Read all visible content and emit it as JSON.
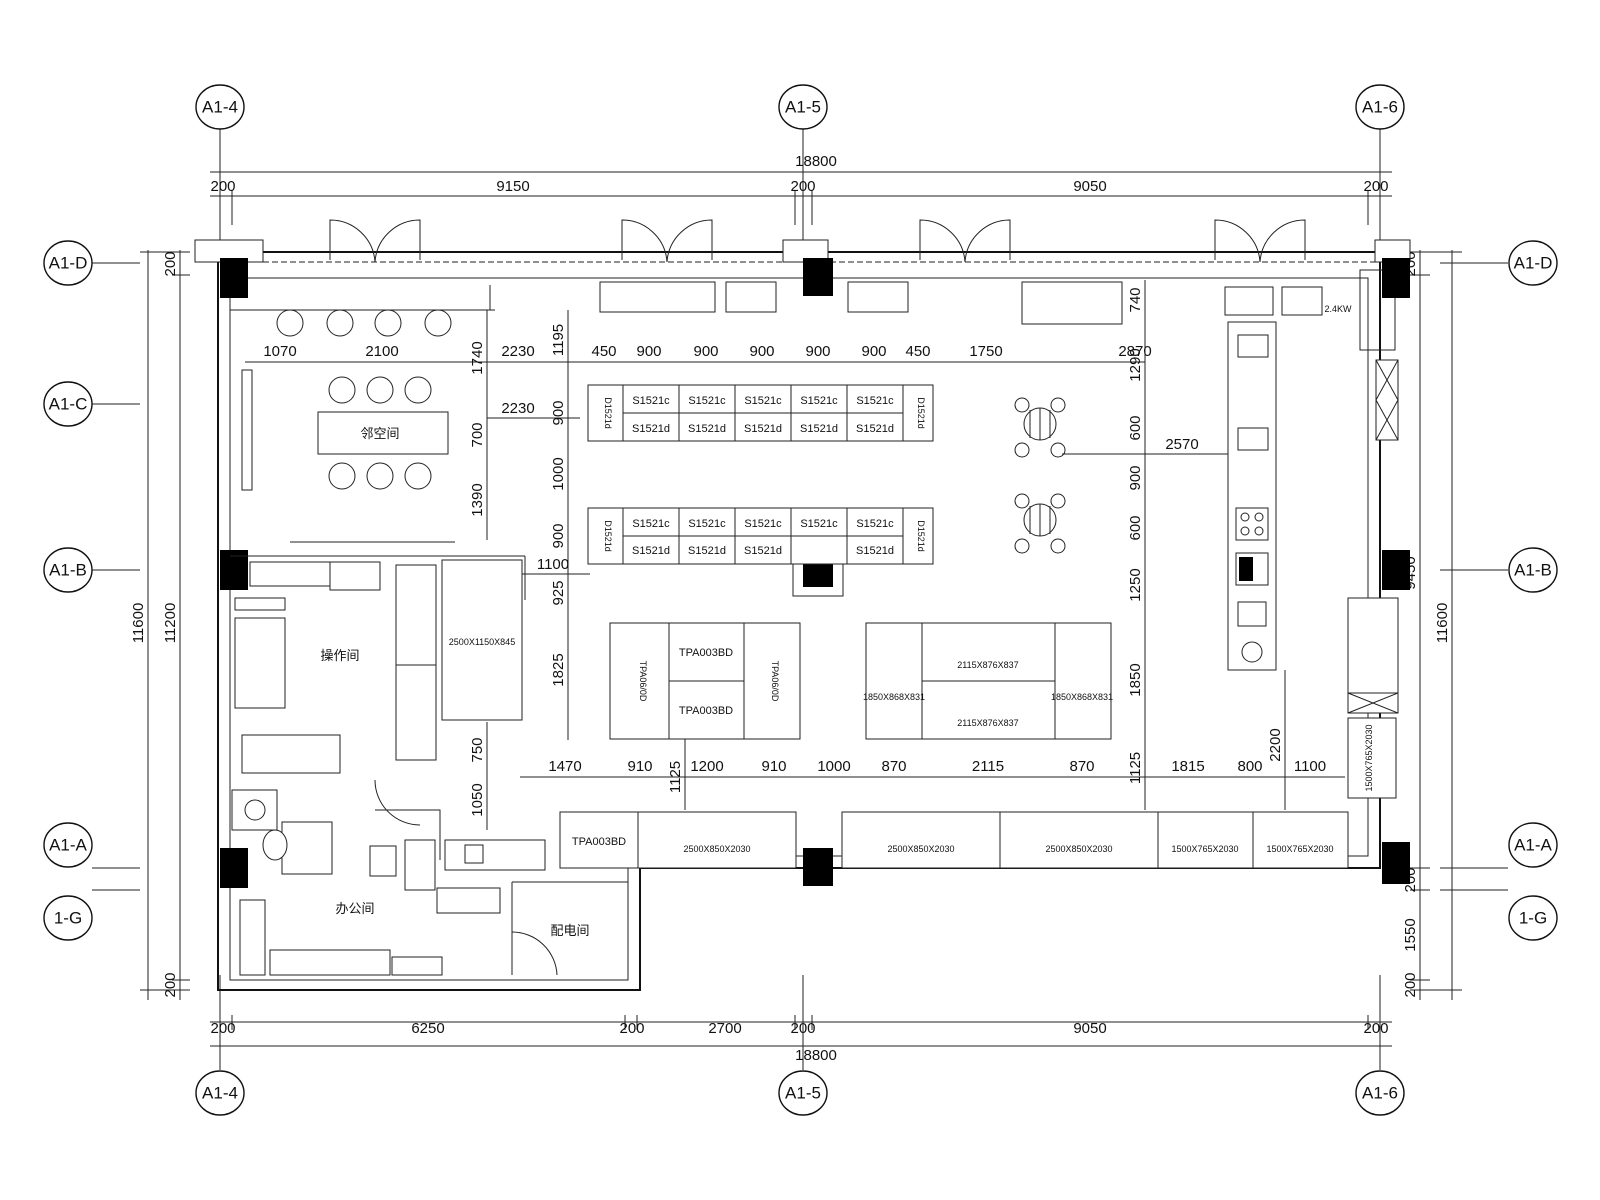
{
  "grid": {
    "top": [
      {
        "id": "g-top-1",
        "label": "A1-4"
      },
      {
        "id": "g-top-2",
        "label": "A1-5"
      },
      {
        "id": "g-top-3",
        "label": "A1-6"
      }
    ],
    "bottom": [
      {
        "id": "g-bot-1",
        "label": "A1-4"
      },
      {
        "id": "g-bot-2",
        "label": "A1-5"
      },
      {
        "id": "g-bot-3",
        "label": "A1-6"
      }
    ],
    "left": [
      {
        "label": "A1-D"
      },
      {
        "label": "A1-C"
      },
      {
        "label": "A1-B"
      },
      {
        "label": "A1-A"
      },
      {
        "label": "1-G"
      }
    ],
    "right": [
      {
        "label": "A1-D"
      },
      {
        "label": "A1-B"
      },
      {
        "label": "A1-A"
      },
      {
        "label": "1-G"
      }
    ]
  },
  "dims": {
    "top_total": "18800",
    "top_parts": [
      "200",
      "9150",
      "200",
      "9050",
      "200"
    ],
    "bottom_total": "18800",
    "bottom_parts": [
      "200",
      "6250",
      "200",
      "2700",
      "200",
      "9050",
      "200"
    ],
    "left_outer": "11600",
    "left_inner": "11200",
    "left_top": "200",
    "left_bottom": "200",
    "right_outer": "11600",
    "right_inner": "9450",
    "right_parts": [
      "200",
      "200",
      "1550",
      "200"
    ]
  },
  "rooms": {
    "reading": "邻空间",
    "operation": "操作间",
    "office": "办公间",
    "power": "配电间"
  },
  "shelf": {
    "s1": "S1521c",
    "s2": "S1521d",
    "end": "D1521d"
  },
  "inner_dims": {
    "row_h": [
      "450",
      "900",
      "900",
      "900",
      "900",
      "900",
      "450",
      "1750",
      "2870"
    ],
    "left_room_h": [
      "1070",
      "2100",
      "2230",
      "1740",
      "2230",
      "700",
      "1390"
    ],
    "mid_v": [
      "1195",
      "900",
      "1000",
      "900",
      "925",
      "1825"
    ],
    "right_v": [
      "740",
      "1290",
      "600",
      "900",
      "600",
      "1250",
      "1850",
      "1125"
    ],
    "bottom_h": [
      "1470",
      "910",
      "1200",
      "910",
      "1000",
      "870",
      "2115",
      "870",
      "1815",
      "800",
      "1100"
    ],
    "misc": [
      "2570",
      "1100",
      "750",
      "1050",
      "1125",
      "2200"
    ]
  },
  "equipment": {
    "tpa": "TPA003BD",
    "tpa_v": "TPA06/0D",
    "sizes": {
      "op_counter": "2500X1150X845",
      "fridge": "2500X850X2030",
      "island": "2115X876X837",
      "island_side": "1850X868X831",
      "freezer": "1500X765X2030",
      "freezer_v": "1500X765X2030"
    },
    "power_note": "2.4KW"
  }
}
